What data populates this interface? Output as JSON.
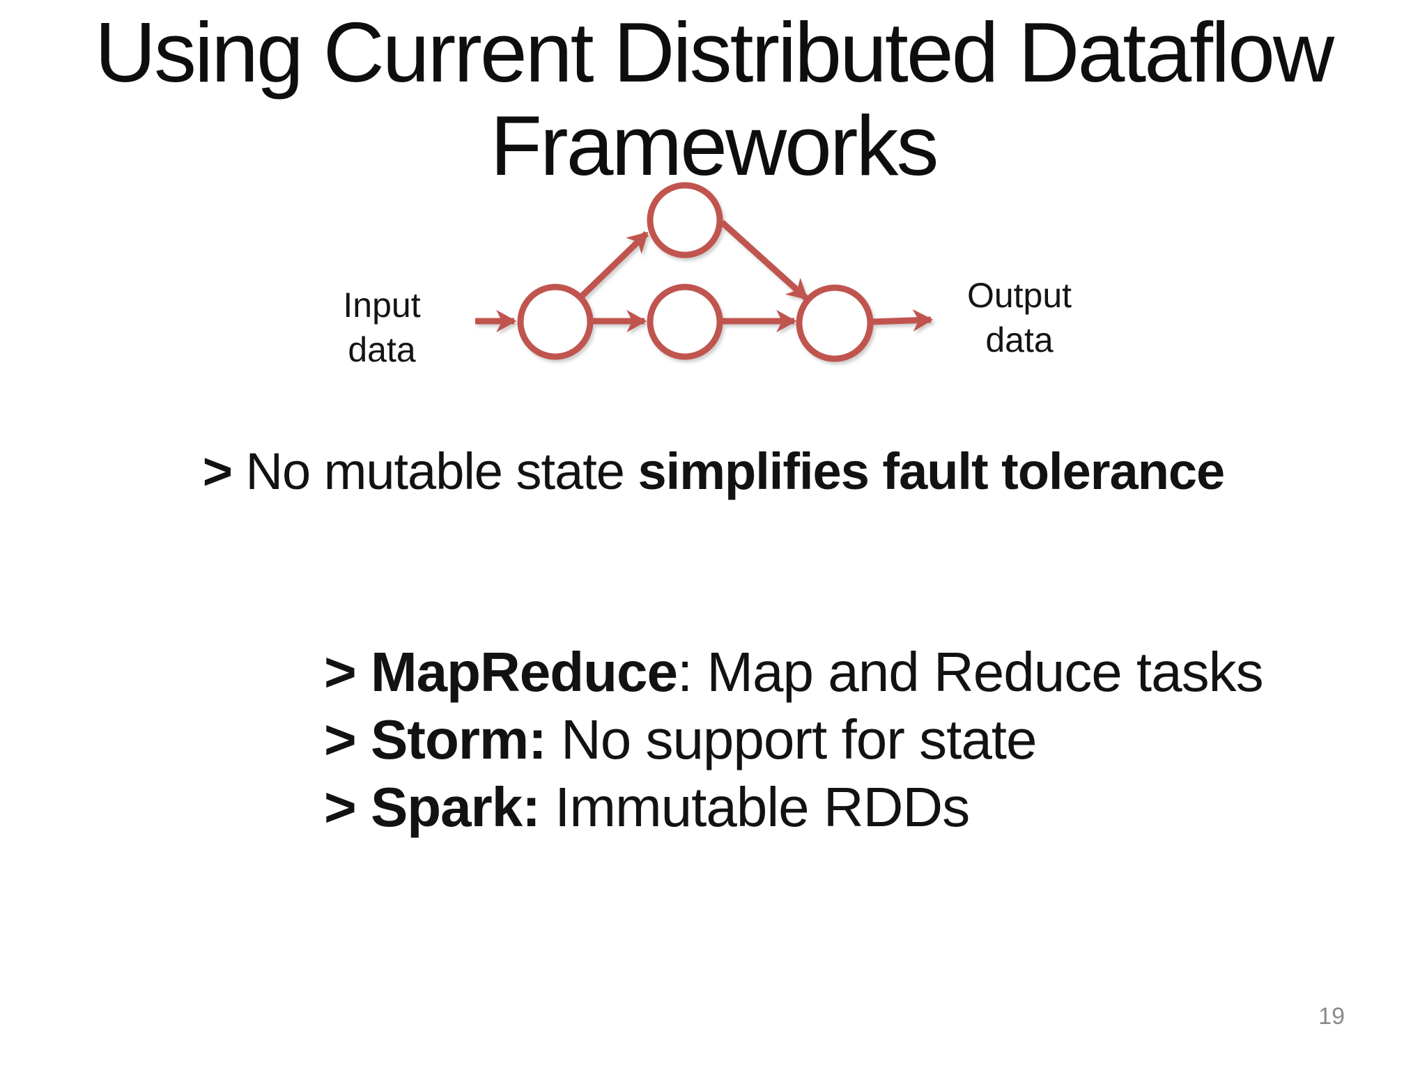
{
  "slide": {
    "title_line1": "Using Current Distributed Dataflow",
    "title_line2": "Frameworks",
    "page_number": "19"
  },
  "diagram": {
    "node_color": "#c0544e",
    "input_label_line1": "Input",
    "input_label_line2": "data",
    "output_label_line1": "Output",
    "output_label_line2": "data",
    "node_names": [
      "input-stage-node",
      "top-branch-node",
      "middle-stage-node",
      "output-stage-node"
    ]
  },
  "statement": {
    "prefix": "> ",
    "normal": "No mutable state ",
    "bold": "simplifies fault tolerance"
  },
  "bullets": [
    {
      "bold": "> MapReduce",
      "rest": ": Map and Reduce tasks"
    },
    {
      "bold": "> Storm:",
      "rest": " No support for state"
    },
    {
      "bold": "> Spark:",
      "rest": " Immutable RDDs"
    }
  ]
}
